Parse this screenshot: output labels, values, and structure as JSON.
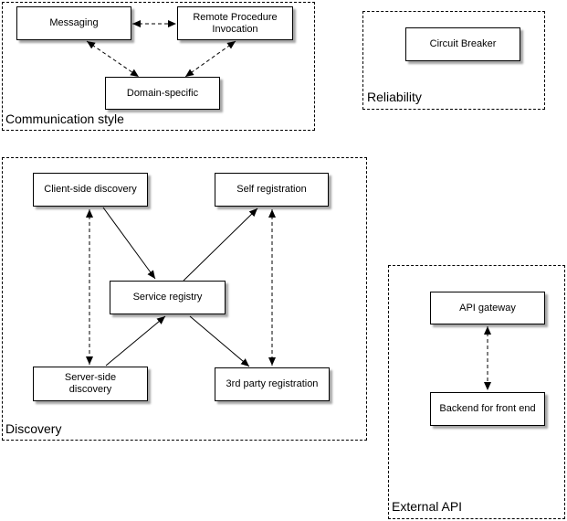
{
  "groups": {
    "communication": {
      "label": "Communication style"
    },
    "reliability": {
      "label": "Reliability"
    },
    "discovery": {
      "label": "Discovery"
    },
    "external_api": {
      "label": "External API"
    }
  },
  "nodes": {
    "messaging": {
      "label": "Messaging"
    },
    "rpi": {
      "label": "Remote Procedure\nInvocation"
    },
    "domain_specific": {
      "label": "Domain-specific"
    },
    "circuit_breaker": {
      "label": "Circuit Breaker"
    },
    "client_side_discovery": {
      "label": "Client-side discovery"
    },
    "self_registration": {
      "label": "Self registration"
    },
    "service_registry": {
      "label": "Service registry"
    },
    "server_side_discovery": {
      "label": "Server-side\ndiscovery"
    },
    "third_party_registration": {
      "label": "3rd party registration"
    },
    "api_gateway": {
      "label": "API gateway"
    },
    "backend_for_front_end": {
      "label": "Backend for front end"
    }
  },
  "edges": [
    {
      "from": "messaging",
      "to": "rpi",
      "style": "dashed",
      "arrows": "both"
    },
    {
      "from": "messaging",
      "to": "domain_specific",
      "style": "dashed",
      "arrows": "both"
    },
    {
      "from": "rpi",
      "to": "domain_specific",
      "style": "dashed",
      "arrows": "both"
    },
    {
      "from": "client_side_discovery",
      "to": "service_registry",
      "style": "solid",
      "arrows": "end"
    },
    {
      "from": "service_registry",
      "to": "self_registration",
      "style": "solid",
      "arrows": "end"
    },
    {
      "from": "server_side_discovery",
      "to": "service_registry",
      "style": "solid",
      "arrows": "end"
    },
    {
      "from": "service_registry",
      "to": "third_party_registration",
      "style": "solid",
      "arrows": "end"
    },
    {
      "from": "client_side_discovery",
      "to": "server_side_discovery",
      "style": "dashed",
      "arrows": "both"
    },
    {
      "from": "self_registration",
      "to": "third_party_registration",
      "style": "dashed",
      "arrows": "both"
    },
    {
      "from": "api_gateway",
      "to": "backend_for_front_end",
      "style": "dashed",
      "arrows": "both"
    }
  ]
}
